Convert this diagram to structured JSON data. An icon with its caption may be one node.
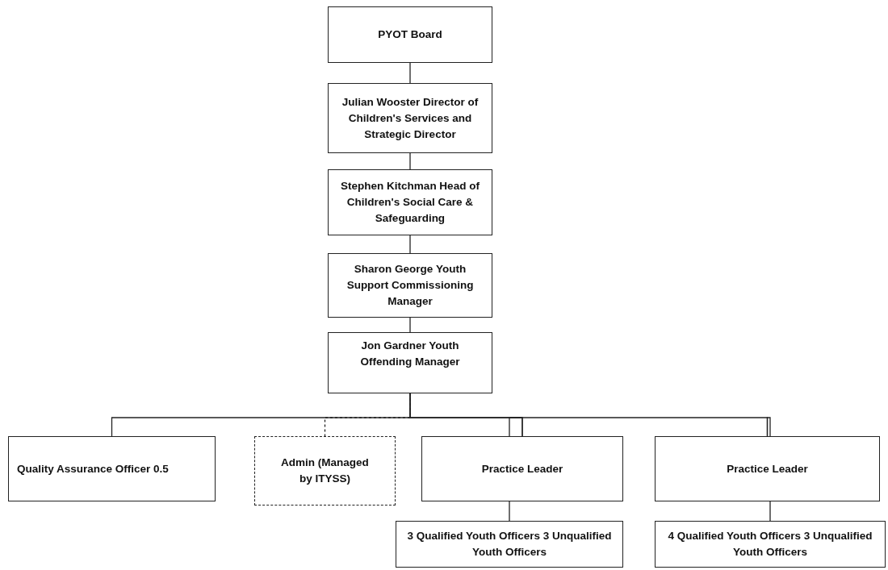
{
  "diagram": {
    "nodes": [
      {
        "text": [
          "PYOT Board"
        ]
      },
      {
        "text": [
          "Julian Wooster Director of Children's Services and Strategic Director"
        ]
      },
      {
        "text": [
          "Stephen Kitchman Head of Children's Social Care & Safeguarding"
        ]
      },
      {
        "text": [
          "Sharon George Youth Support Commissioning Manager"
        ]
      },
      {
        "text": [
          "Jon Gardner Youth Offending Manager"
        ]
      },
      {
        "text": [
          "Quality Assurance Officer 0.5"
        ]
      },
      {
        "text": [
          "Admin (Managed by ITYSS)"
        ]
      },
      {
        "text": [
          "Practice Leader"
        ]
      },
      {
        "text": [
          "Practice Leader"
        ]
      },
      {
        "text": [
          "3 Qualified Youth Officers 3 Unqualified Youth Officers"
        ]
      },
      {
        "text": [
          "4 Qualified Youth Officers 3 Unqualified Youth Officers"
        ]
      }
    ],
    "edges": [
      {
        "from": 0,
        "to": 1,
        "arrow": "none"
      },
      {
        "from": 1,
        "to": 2,
        "arrow": "none"
      },
      {
        "from": 2,
        "to": 3,
        "arrow": "none"
      },
      {
        "from": 3,
        "to": 4,
        "arrow": "none"
      },
      {
        "from": 4,
        "to": 5,
        "arrow": "none"
      },
      {
        "from": 4,
        "to": 6,
        "arrow": "none",
        "style": "dashed"
      },
      {
        "from": 4,
        "to": 7,
        "arrow": "none"
      },
      {
        "from": 4,
        "to": 8,
        "arrow": "none"
      },
      {
        "from": 7,
        "to": 9,
        "arrow": "none"
      },
      {
        "from": 8,
        "to": 10,
        "arrow": "none"
      }
    ]
  }
}
